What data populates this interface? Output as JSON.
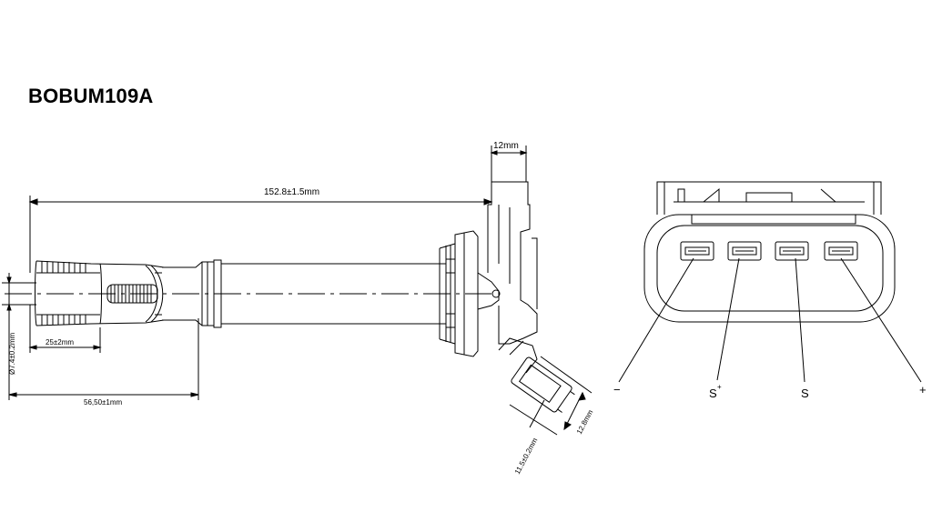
{
  "title": "BOBUM109A",
  "dimensions": {
    "total_length": "152.8±1.5mm",
    "flange_width": "12mm",
    "end_length": "25±2mm",
    "diameter": "Ø7.4±0.2mm",
    "overall_offset": "56,50±1mm",
    "connector_length": "11.5±0.2mm",
    "connector_width": "12.8mm"
  },
  "pins": {
    "minus": "−",
    "s_plus": "S",
    "s_plus_sup": "+",
    "s": "S",
    "plus": "+"
  }
}
